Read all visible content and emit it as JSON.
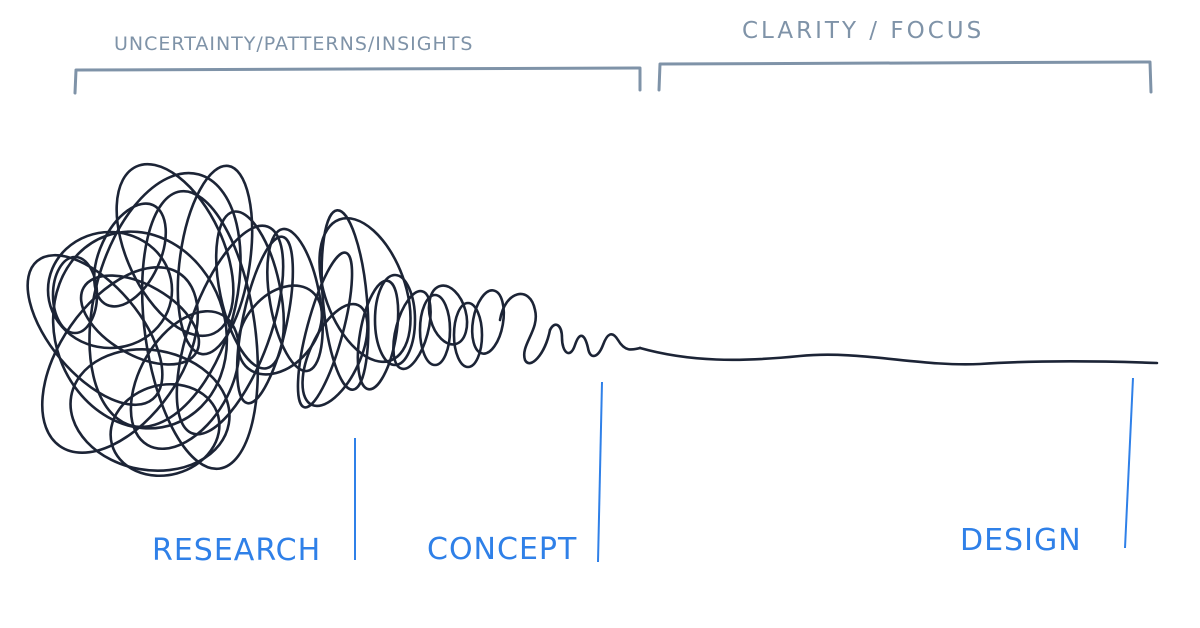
{
  "top_labels": {
    "left": "UNCERTAINTY/PATTERNS/INSIGHTS",
    "right": "CLARITY / FOCUS"
  },
  "phases": [
    {
      "label": "RESEARCH"
    },
    {
      "label": "CONCEPT"
    },
    {
      "label": "DESIGN"
    }
  ],
  "colors": {
    "bracket": "#7f93a8",
    "scribble": "#1c2436",
    "phase": "#2f80e8"
  }
}
